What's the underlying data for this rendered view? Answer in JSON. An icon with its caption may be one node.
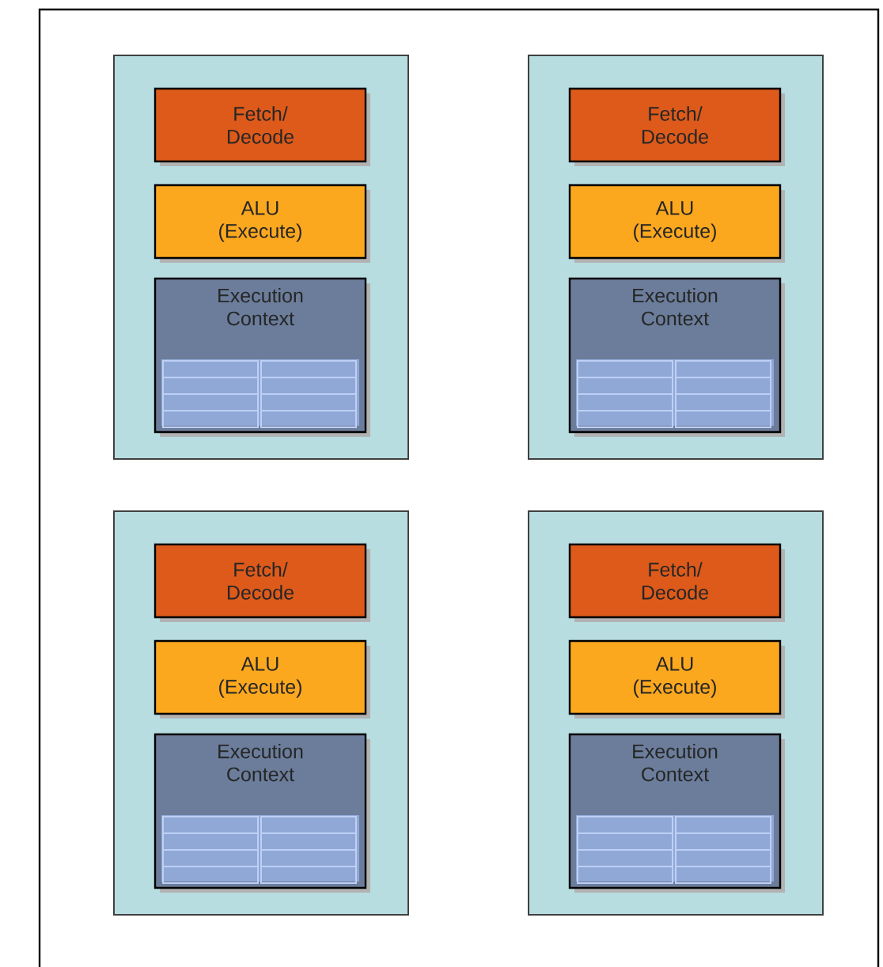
{
  "diagram": {
    "nodes": [
      {
        "text": [],
        "shape": "box"
      },
      {
        "text": [],
        "shape": "box",
        "in": 0
      },
      {
        "text": [
          "Fetch/ Decode"
        ],
        "in": 1
      },
      {
        "text": [
          "ALU (Execute)"
        ],
        "in": 1
      },
      {
        "text": [
          "Execution Context"
        ],
        "in": 1
      },
      {
        "text": [],
        "shape": "box",
        "in": 0
      },
      {
        "text": [
          "Fetch/ Decode"
        ],
        "in": 5
      },
      {
        "text": [
          "ALU (Execute)"
        ],
        "in": 5
      },
      {
        "text": [
          "Execution Context"
        ],
        "in": 5
      },
      {
        "text": [],
        "shape": "box",
        "in": 0
      },
      {
        "text": [
          "Fetch/ Decode"
        ],
        "in": 9
      },
      {
        "text": [
          "ALU (Execute)"
        ],
        "in": 9
      },
      {
        "text": [
          "Execution Context"
        ],
        "in": 9
      },
      {
        "text": [],
        "shape": "box",
        "in": 0
      },
      {
        "text": [
          "Fetch/ Decode"
        ],
        "in": 13
      },
      {
        "text": [
          "ALU (Execute)"
        ],
        "in": 13
      },
      {
        "text": [
          "Execution Context"
        ],
        "in": 13
      }
    ]
  }
}
